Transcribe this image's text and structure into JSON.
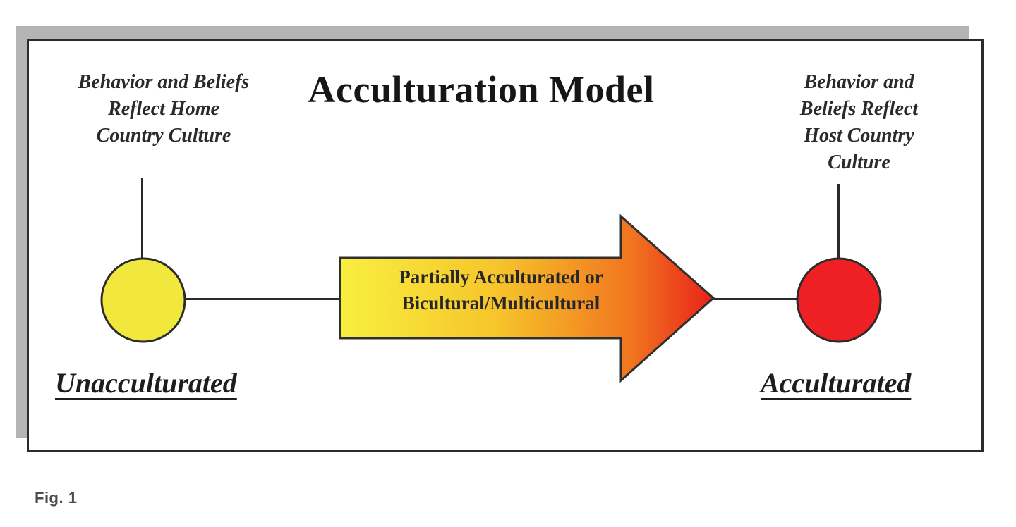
{
  "figure": {
    "title": "Acculturation Model",
    "fig_label": "Fig. 1"
  },
  "left": {
    "caption_lines": [
      "Behavior and Beliefs",
      "Reflect Home",
      "Country Culture"
    ],
    "label": "Unacculturated",
    "node_color": "#f2e83d"
  },
  "right": {
    "caption_lines": [
      "Behavior and",
      "Beliefs Reflect",
      "Host Country",
      "Culture"
    ],
    "label": "Acculturated",
    "node_color": "#ee2024"
  },
  "arrow": {
    "label_lines": [
      "Partially Acculturated or",
      "Bicultural/Multicultural"
    ],
    "gradient": [
      "#f8ef3f",
      "#f6c52b",
      "#f1751f",
      "#e8221a"
    ]
  },
  "colors": {
    "shadow": "#b4b4b4",
    "outline": "#2b2b2b"
  }
}
